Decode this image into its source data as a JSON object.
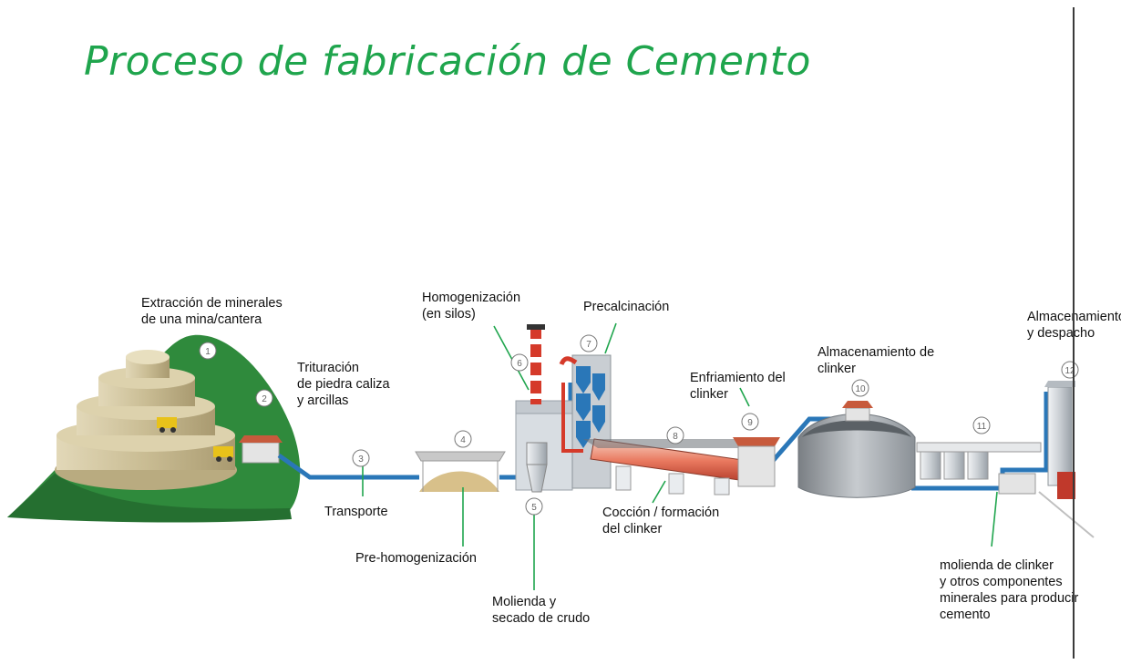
{
  "title": "Proceso de fabricación de Cemento",
  "steps": [
    {
      "num": "1",
      "label": "Extracción de minerales\nde una mina/cantera"
    },
    {
      "num": "2",
      "label": "Trituración\nde piedra caliza\ny arcillas"
    },
    {
      "num": "3",
      "label": "Transporte"
    },
    {
      "num": "4",
      "label": "Pre-homogenización"
    },
    {
      "num": "5",
      "label": "Molienda y\nsecado de crudo"
    },
    {
      "num": "6",
      "label": "Homogenización\n(en silos)"
    },
    {
      "num": "7",
      "label": "Precalcinación"
    },
    {
      "num": "8",
      "label": "Cocción / formación\ndel clinker"
    },
    {
      "num": "9",
      "label": "Enfriamiento del\nclinker"
    },
    {
      "num": "10",
      "label": "Almacenamiento de\nclinker"
    },
    {
      "num": "11",
      "label": "molienda de clinker\ny otros componentes\nminerales para producir\ncemento"
    },
    {
      "num": "12",
      "label": "Almacenamiento\ny despacho"
    }
  ],
  "colors": {
    "title": "#1fa54d",
    "hill": "#2f8a3c",
    "quarry": "#cfc29b",
    "conveyor": "#2a77b8",
    "kiln": "#e06a55",
    "callout_line": "#1fa54d"
  }
}
